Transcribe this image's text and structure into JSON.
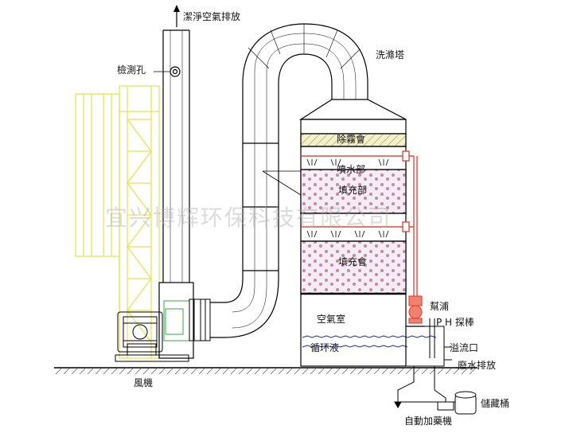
{
  "labels": {
    "exhaust": "潔淨空氣排放",
    "sampling_port": "檢測孔",
    "tower": "洗滌塔",
    "demister": "除霧會",
    "spray": "噴水部",
    "packing_upper": "填充部",
    "packing_lower": "填充會",
    "air_chamber": "空氣室",
    "circulating_liquid": "循环液",
    "pump": "幫浦",
    "ph_probe": "P H 探棒",
    "overflow": "溢流口",
    "drain": "廢水排放",
    "storage_tank": "儲藏桶",
    "dosing_machine": "自動加藥機",
    "fan": "風機"
  },
  "watermark": "宜兴博辉环保科技有限公司",
  "colors": {
    "line": "#000000",
    "pipe_red": "#e04a3c",
    "support_yellow": "#ecec58",
    "water_blue": "#1f2fa8",
    "packing_fill": "#f3e8f0",
    "demister_fill": "#f4f0c8"
  }
}
